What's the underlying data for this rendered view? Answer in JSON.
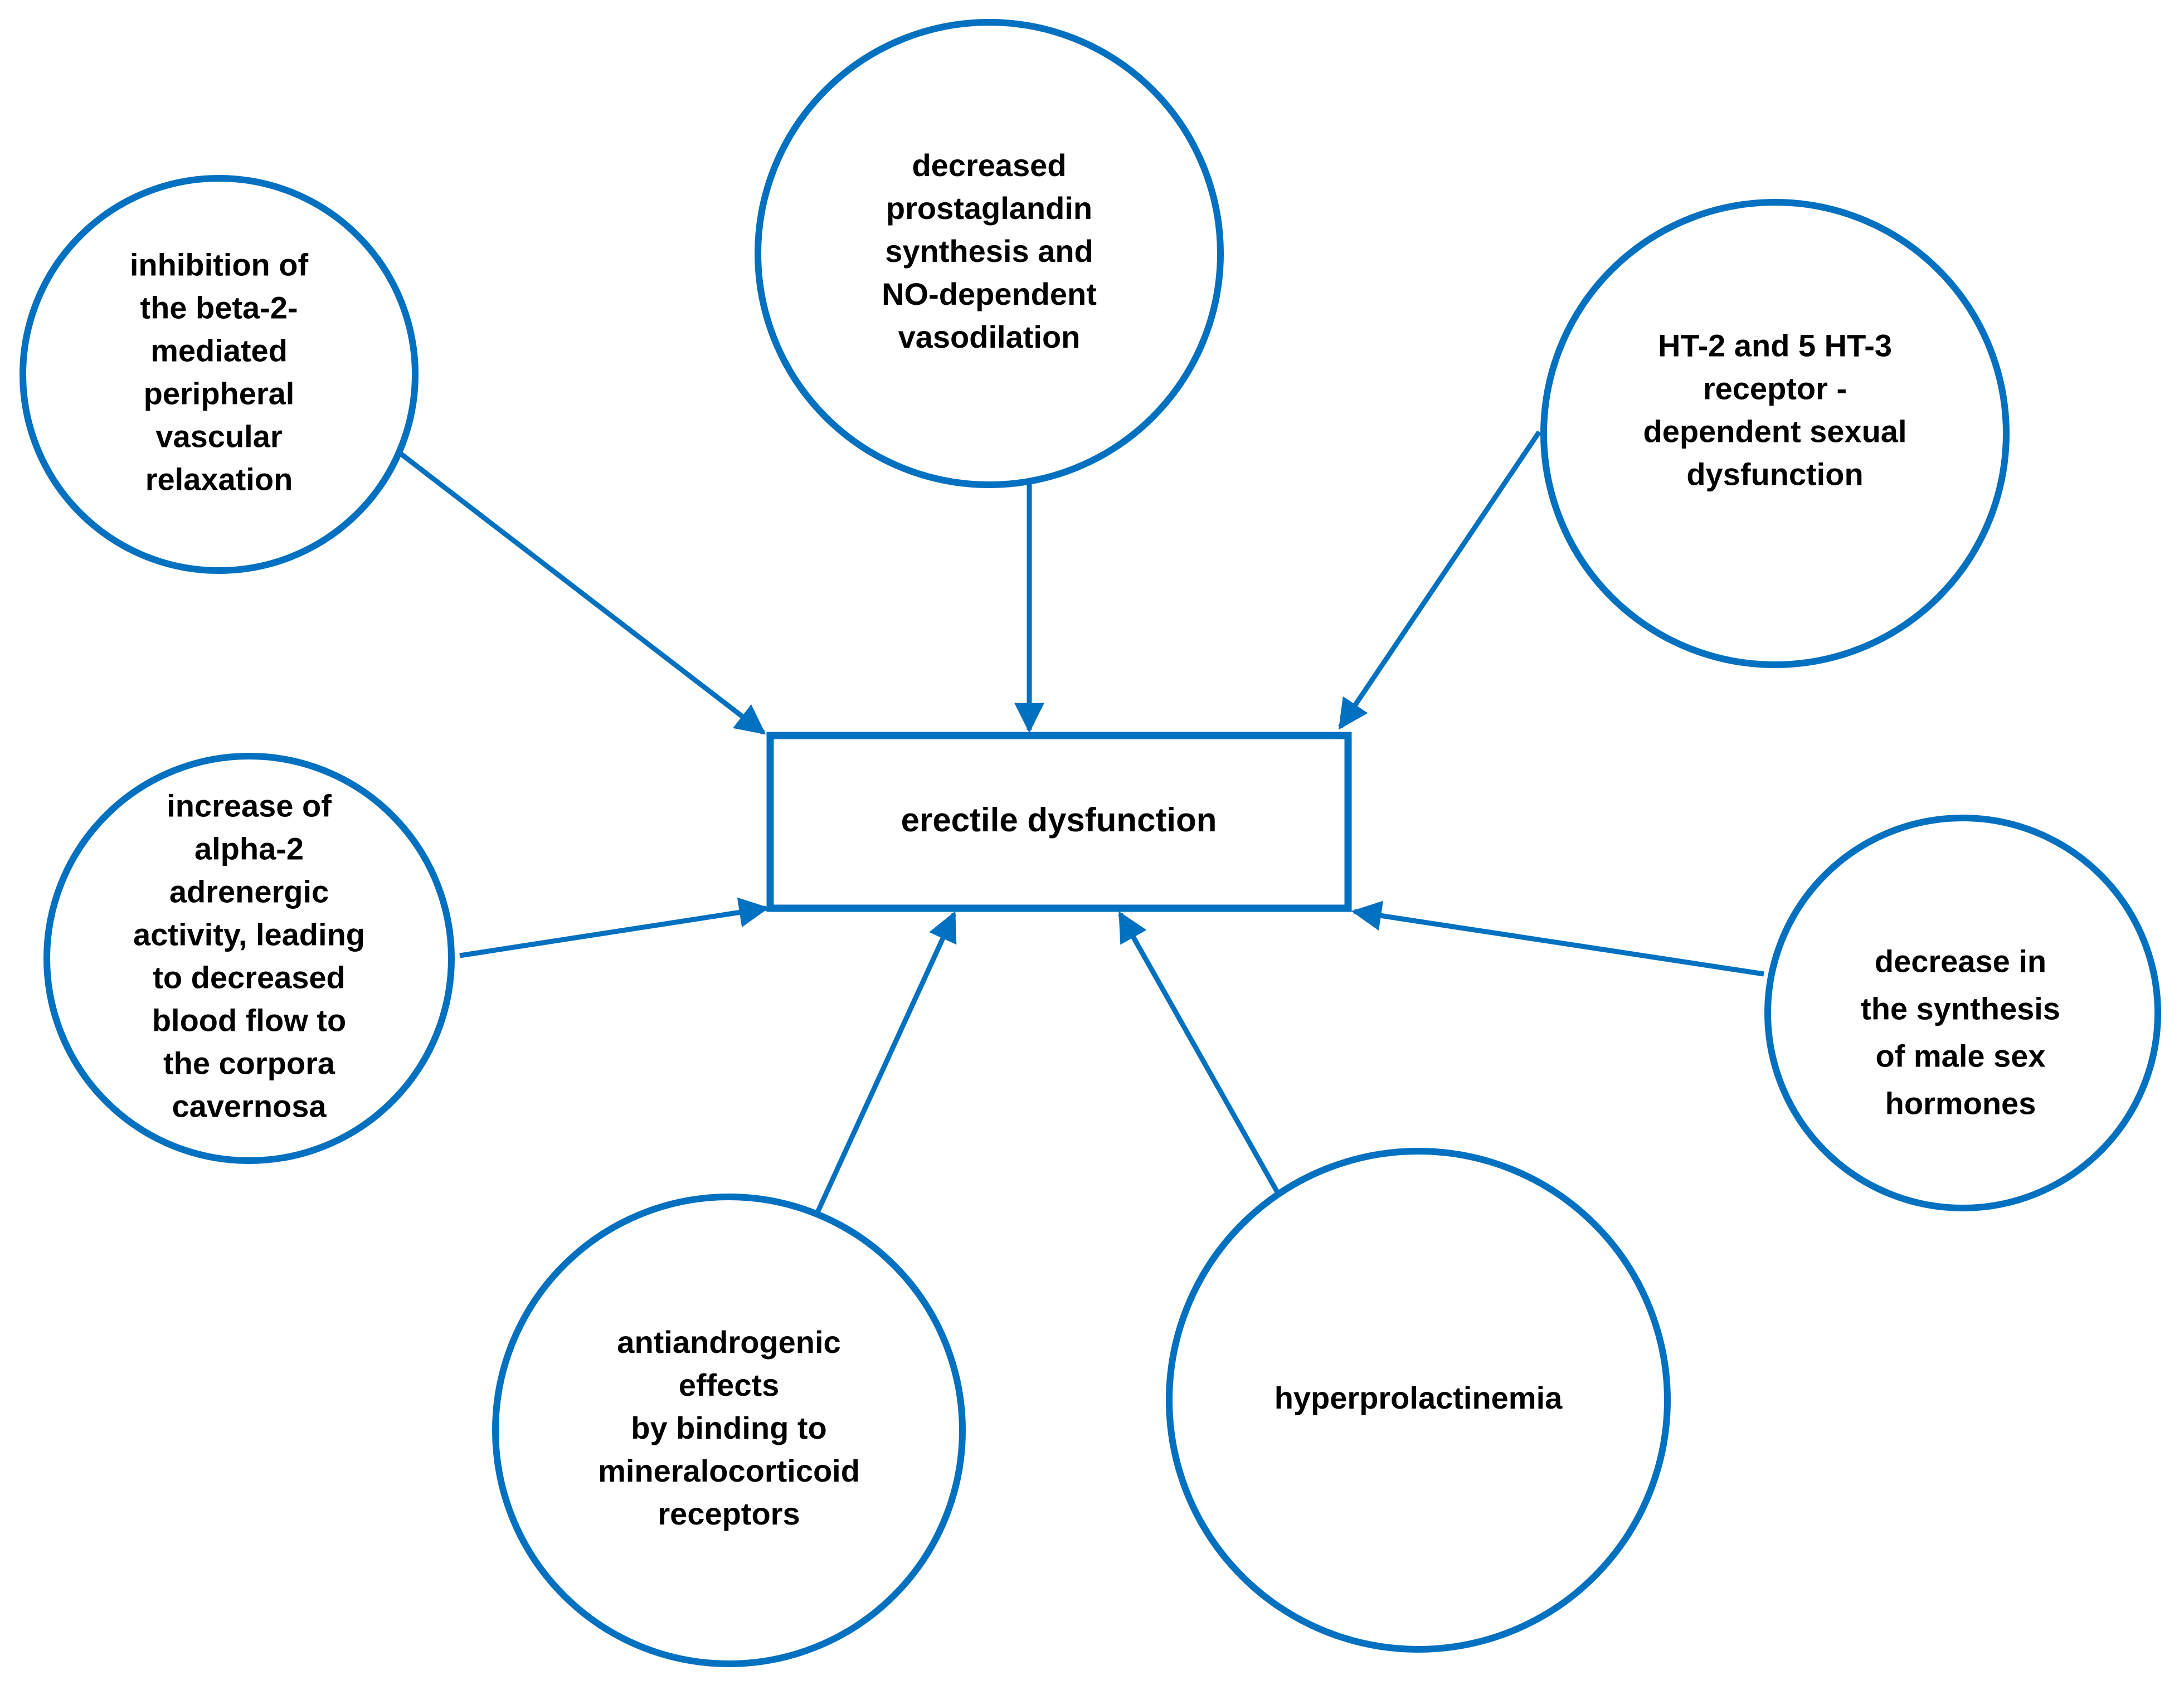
{
  "diagram": {
    "accent_color": "#0070C0",
    "text_color": "#000000",
    "center": {
      "label": "erectile dysfunction"
    },
    "causes": [
      {
        "id": "beta2",
        "lines": [
          "inhibition of",
          "the beta-2-",
          "mediated",
          "peripheral",
          "vascular",
          "relaxation"
        ]
      },
      {
        "id": "prostaglandin",
        "lines": [
          "decreased",
          "prostaglandin",
          "synthesis and",
          "NO-dependent",
          "vasodilation"
        ]
      },
      {
        "id": "ht-receptor",
        "lines": [
          "HT-2 and 5 HT-3",
          "receptor -",
          "dependent sexual",
          "dysfunction"
        ]
      },
      {
        "id": "alpha2",
        "lines": [
          "increase of",
          "alpha-2",
          "adrenergic",
          "activity, leading",
          "to decreased",
          "blood flow to",
          "the corpora",
          "cavernosa"
        ]
      },
      {
        "id": "sex-hormones",
        "lines": [
          "decrease in",
          "the synthesis",
          "of male sex",
          "hormones"
        ]
      },
      {
        "id": "antiandrogenic",
        "lines": [
          "antiandrogenic",
          "effects",
          "by binding to",
          "mineralocorticoid",
          "receptors"
        ]
      },
      {
        "id": "hyperprolactinemia",
        "lines": [
          "hyperprolactinemia"
        ]
      }
    ]
  }
}
